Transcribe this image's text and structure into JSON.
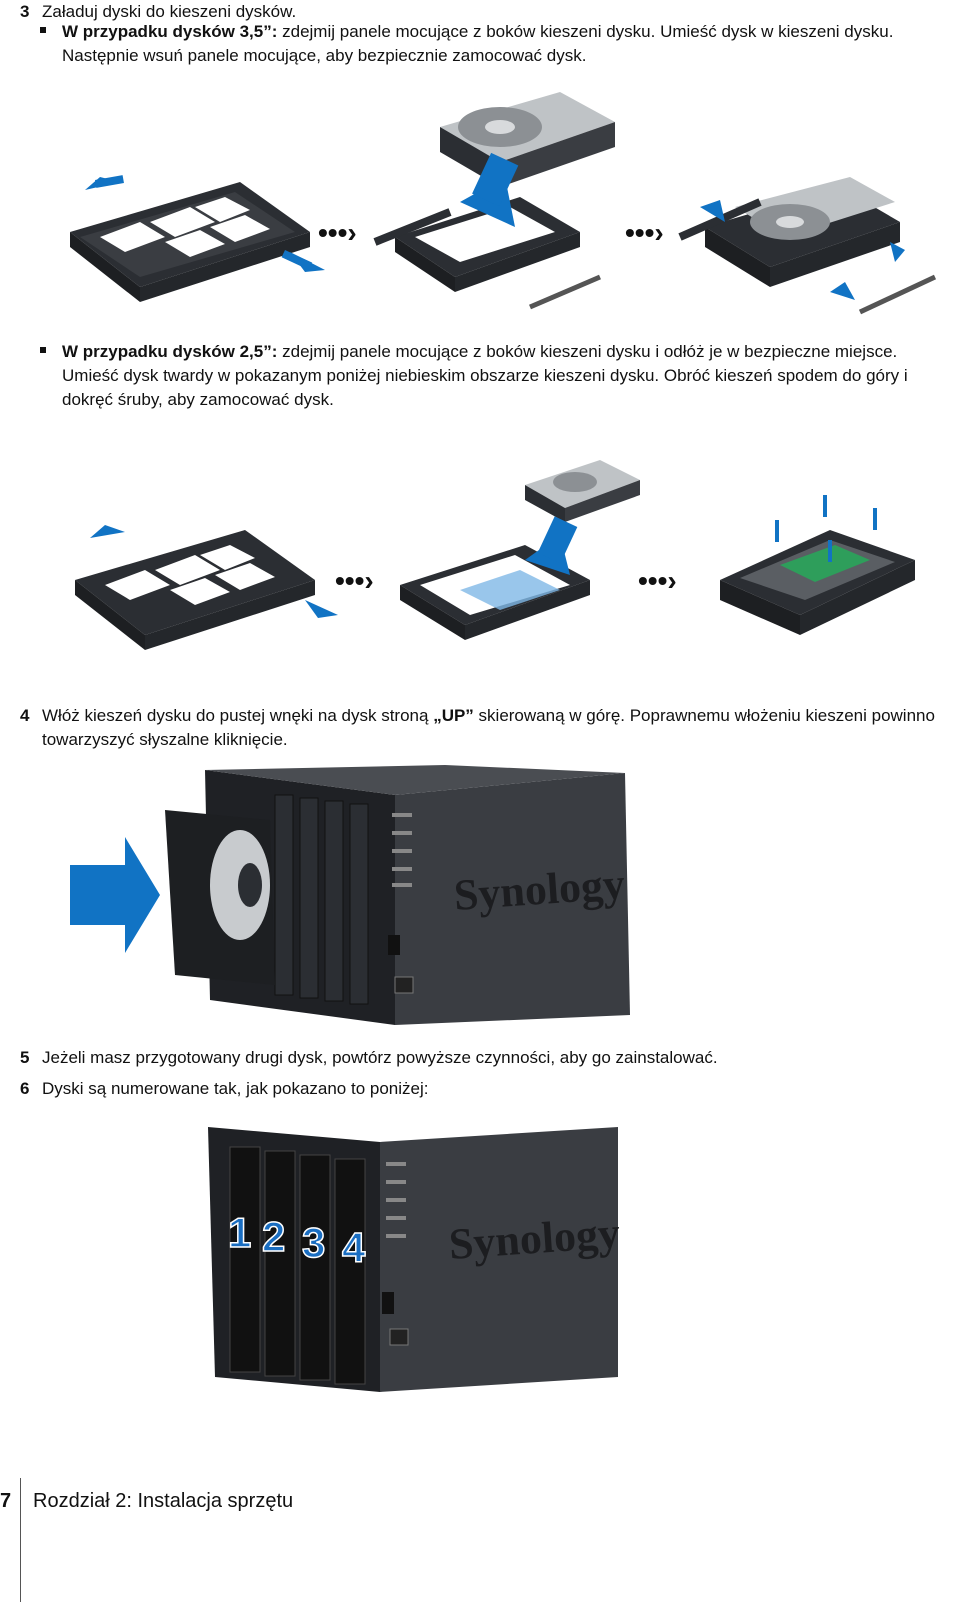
{
  "step3": {
    "number": "3",
    "title": "Załaduj dyski do kieszeni dysków.",
    "bullet1": {
      "bold": "W przypadku dysków 3,5”:",
      "text": " zdejmij panele mocujące z boków kieszeni dysku. Umieść dysk w kieszeni dysku. Następnie wsuń panele mocujące, aby bezpiecznie zamocować dysk."
    },
    "bullet2": {
      "bold": "W przypadku dysków 2,5”:",
      "text": " zdejmij panele mocujące z boków kieszeni dysku i odłóż je w bezpieczne miejsce. Umieść dysk twardy w pokazanym poniżej niebieskim obszarze kieszeni dysku. Obróć kieszeń spodem do góry i dokręć śruby, aby zamocować dysk."
    }
  },
  "step4": {
    "number": "4",
    "text_a": "Włóż kieszeń dysku do pustej wnęki na dysk stroną ",
    "text_bold": "„UP”",
    "text_b": " skierowaną w górę. Poprawnemu włożeniu kieszeni powinno towarzyszyć słyszalne kliknięcie."
  },
  "step5": {
    "number": "5",
    "text": "Jeżeli masz przygotowany drugi dysk, powtórz powyższe czynności, aby go zainstalować."
  },
  "step6": {
    "number": "6",
    "text": "Dyski są numerowane tak, jak pokazano to poniżej:"
  },
  "figures": {
    "brand_logo": "Synology",
    "bay_numbers": [
      "1",
      "2",
      "3",
      "4"
    ]
  },
  "footer": {
    "page_number": "7",
    "chapter_title": "Rozdział 2: Instalacja sprzętu"
  },
  "colors": {
    "arrow_blue": "#1173c4",
    "tray_dark": "#2b2e33",
    "nas_body": "#3a3d42",
    "number_blue": "#1a6ec2"
  }
}
